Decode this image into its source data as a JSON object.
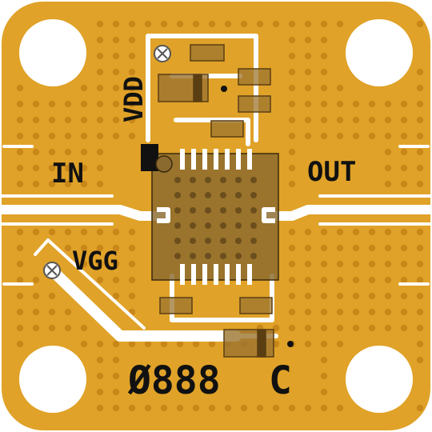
{
  "labels": {
    "vdd": "VDD",
    "vgg": "VGG",
    "input": "IN",
    "output": "OUT",
    "part_marking": "Ø888",
    "revision": "C"
  },
  "colors": {
    "board_gold": "#E0A228",
    "trace_white": "#FFFFFF",
    "via_dot": "#C9871A",
    "chip_body": "#8A6A2E",
    "component_dark": "#6B4E1C",
    "silkscreen": "#111111"
  },
  "icons": {
    "mounting_hole": "circle-hole-icon",
    "test_pad": "crossed-circle-icon",
    "pin1_marker": "square-marker-icon"
  }
}
